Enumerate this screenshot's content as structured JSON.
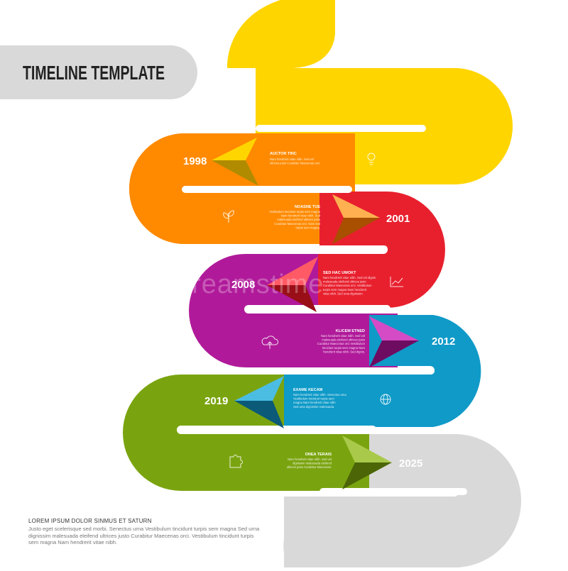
{
  "title": "TIMELINE TEMPLATE",
  "colors": {
    "grey": "#d9d9d9",
    "yellow": "#ffd500",
    "orange": "#ff8a00",
    "red": "#e8202e",
    "magenta": "#b01a9a",
    "blue": "#0f9ac8",
    "green": "#7aa40f",
    "text_dark": "#333333"
  },
  "milestones": [
    {
      "year": "1998",
      "heading": "AUCTOR TINC",
      "icon": "lightbulb-icon",
      "lines": [
        "Nam hendrerit vitae nibh. Sed vel",
        "ultrices justo Curabitur Maecenas orci."
      ]
    },
    {
      "year": "2001",
      "heading": "NOASNE TUE",
      "icon": "plant-icon",
      "lines": [
        "Vestibulum tincidunt turpis sem magna",
        "Nam hendrerit vitae nibh. Sed",
        "malesuada eleifend ultrices justo",
        "Curabitur Maecenas orci. Nam sed",
        "turpis sem magna."
      ]
    },
    {
      "year": "2008",
      "heading": "SED HAC UMOKT",
      "icon": "chart-icon",
      "lines": [
        "Nam hendrerit vitae nibh. Sed vel dignis",
        "malesuada eleifend ultrices justo",
        "Curabitur Maecenas orci. Vestibulum",
        "turpis sem magna Nam hendrerit",
        "vitae nibh. Sed uma dignissim."
      ]
    },
    {
      "year": "2012",
      "heading": "KLICEM ETNED",
      "icon": "cloud-upload-icon",
      "lines": [
        "Nam hendrerit vitae nibh. Sed vel",
        "malesuada eleifend ultrices justo",
        "Curabitur Maecenas orci Vestibulum",
        "tincidunt turpis sem magna Nam",
        "hendrerit vitae nibh. Sed dignis."
      ]
    },
    {
      "year": "2019",
      "heading": "EXAME KECAM",
      "icon": "globe-icon",
      "lines": [
        "Nam hendrerit vitae nibh. Senectus uma",
        "Vestibulum tincidunt turpis sem",
        "magna Nam hendrerit vitae nibh.",
        "Sed uma dignissim malesuada."
      ]
    },
    {
      "year": "2025",
      "heading": "ONEA TERAIS",
      "icon": "puzzle-icon",
      "lines": [
        "Nam hendrerit vitae nibh. Sed vel",
        "dignissim malesuada eleifend",
        "ultrices justo Curabitur Maecenas."
      ]
    }
  ],
  "footer": {
    "title": "LOREM IPSUM DOLOR SINMUS ET SATURN",
    "body": "Justo eget scelerisque sed morbi. Senectus urna Vestibulum tincidunt turpis sem magna  Sed urna dignissim malesuada eleifend ultrices justo Curabitur Maecenas orci. Vestibulum tincidunt turpis sem magna Nam hendrerit vitae nibh."
  },
  "watermark": "dreamstime"
}
